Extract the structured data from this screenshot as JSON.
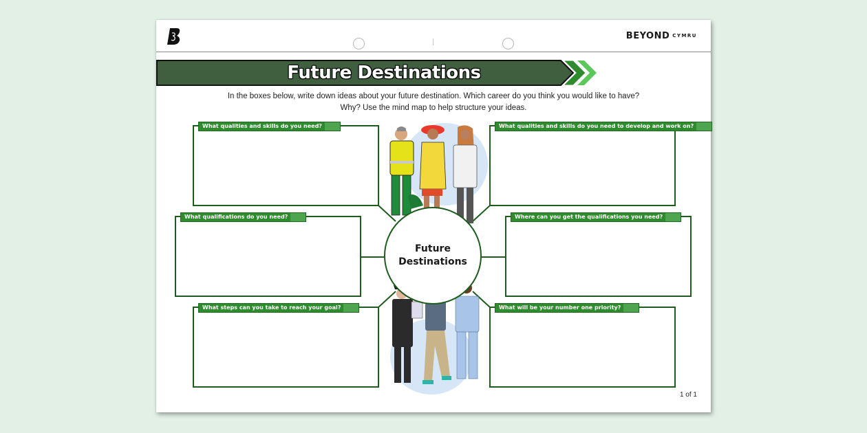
{
  "header": {
    "logo_icon": "beyond-b-logo-icon",
    "brand_name": "BEYOND",
    "brand_sub": "CYMRU"
  },
  "banner": {
    "title": "Future Destinations",
    "colors": {
      "bar": "#3f5f3f",
      "chevron_dark": "#2e8b2e",
      "chevron_light": "#5cc85c"
    }
  },
  "intro": {
    "line1": "In the boxes below, write down ideas about your future destination. Which career do you think you would like to have?",
    "line2": "Why? Use the mind map to help structure your ideas."
  },
  "mind_map": {
    "center": {
      "line1": "Future",
      "line2": "Destinations"
    },
    "boxes": [
      {
        "id": "top-left",
        "label": "What qualities and skills do you need?",
        "content": ""
      },
      {
        "id": "top-right",
        "label": "What qualities and skills do you need to develop and work on?",
        "content": ""
      },
      {
        "id": "mid-left",
        "label": "What qualifications do you need?",
        "content": ""
      },
      {
        "id": "mid-right",
        "label": "Where can you get the qualifications you need?",
        "content": ""
      },
      {
        "id": "bottom-left",
        "label": "What steps can you take to reach your goal?",
        "content": ""
      },
      {
        "id": "bottom-right",
        "label": "What will be your number one priority?",
        "content": ""
      }
    ],
    "colors": {
      "border": "#1d5c1d",
      "label_bg": "#2e8b2e"
    }
  },
  "illustrations": {
    "top": [
      "paramedic",
      "lifeguard",
      "scientist"
    ],
    "bottom": [
      "pilot",
      "student-with-tablet",
      "nurse"
    ]
  },
  "footer": {
    "page_indicator": "1 of 1"
  }
}
